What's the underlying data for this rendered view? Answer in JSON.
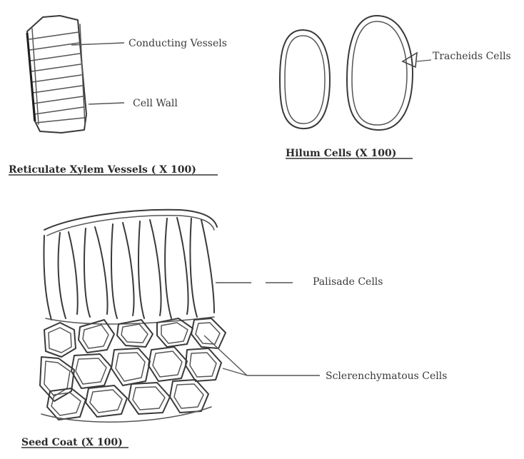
{
  "diagram": {
    "xylem": {
      "labels": {
        "conducting_vessels": "Conducting Vessels",
        "cell_wall": "Cell Wall"
      },
      "caption": "Reticulate Xylem Vessels ( X 100)"
    },
    "hilum": {
      "labels": {
        "tracheids": "Tracheids Cells"
      },
      "caption": "Hilum Cells (X 100)"
    },
    "seed_coat": {
      "labels": {
        "palisade": "Palisade Cells",
        "sclerenchymatous": "Sclerenchymatous Cells"
      },
      "caption": "Seed Coat (X 100)"
    }
  }
}
